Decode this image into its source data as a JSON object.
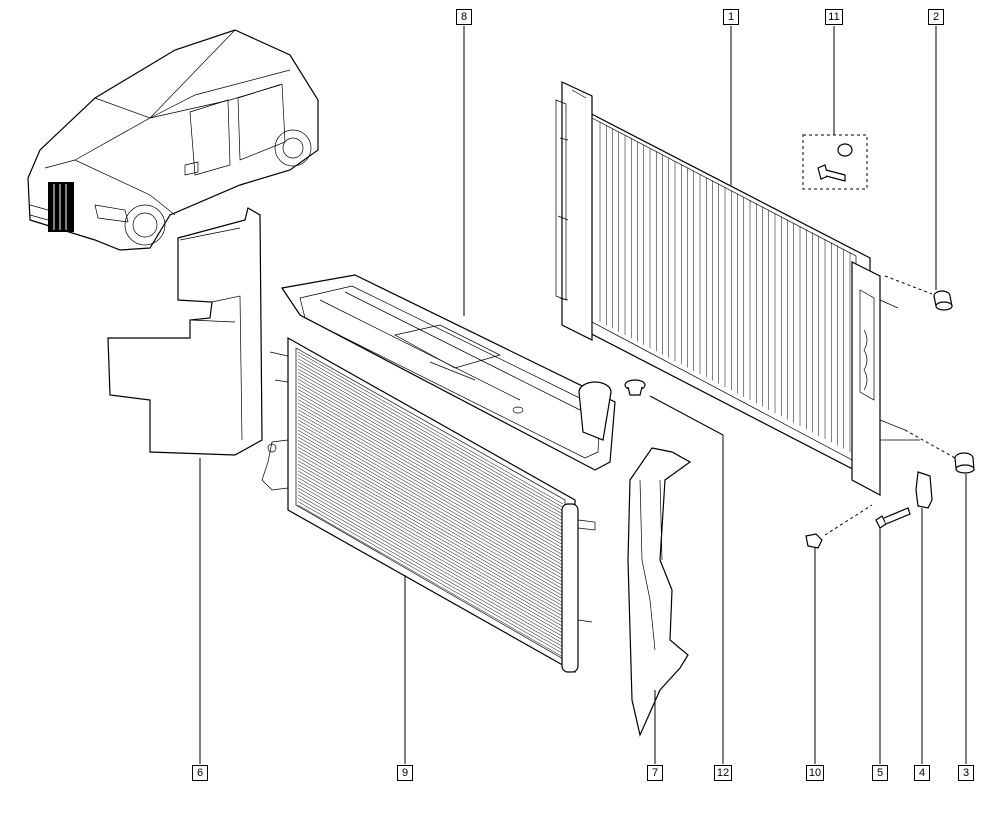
{
  "callouts": {
    "c8": "8",
    "c1": "1",
    "c11": "11",
    "c2": "2",
    "c6": "6",
    "c9": "9",
    "c7": "7",
    "c12": "12",
    "c10": "10",
    "c5": "5",
    "c4": "4",
    "c3": "3"
  },
  "colors": {
    "line": "#000000",
    "background": "#ffffff"
  }
}
